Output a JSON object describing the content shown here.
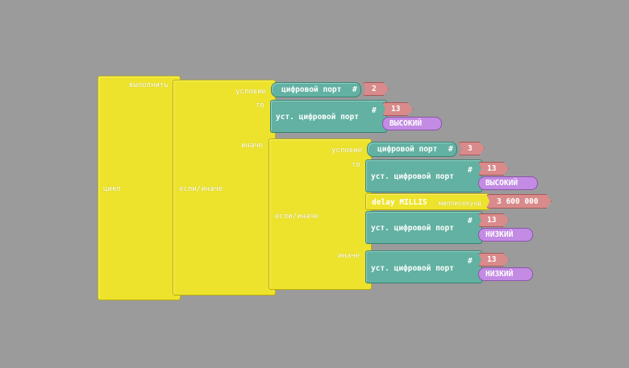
{
  "labels": {
    "loop": "цикл",
    "do": "выполнить",
    "if_else": "если/иначе",
    "condition": "условие",
    "then": "то",
    "else": "иначе",
    "digital_read": "цифровой порт",
    "hash": "#",
    "digital_write": "уст. цифровой порт",
    "delay": "delay MILLIS",
    "milliseconds": "миллисекунд"
  },
  "values": {
    "pin_read_1": "2",
    "pin_write_1": "13",
    "state_1": "ВЫСОКИЙ",
    "pin_read_2": "3",
    "pin_write_2": "13",
    "state_2": "ВЫСОКИЙ",
    "delay_ms": "3 600 000",
    "pin_write_3": "13",
    "state_3": "НИЗКИЙ",
    "pin_write_4": "13",
    "state_4": "НИЗКИЙ"
  },
  "colors": {
    "background": "#9b9b9b",
    "control_block": "#ede32c",
    "io_block": "#62b1a2",
    "number_block": "#d98a8a",
    "state_block": "#c38be3"
  }
}
